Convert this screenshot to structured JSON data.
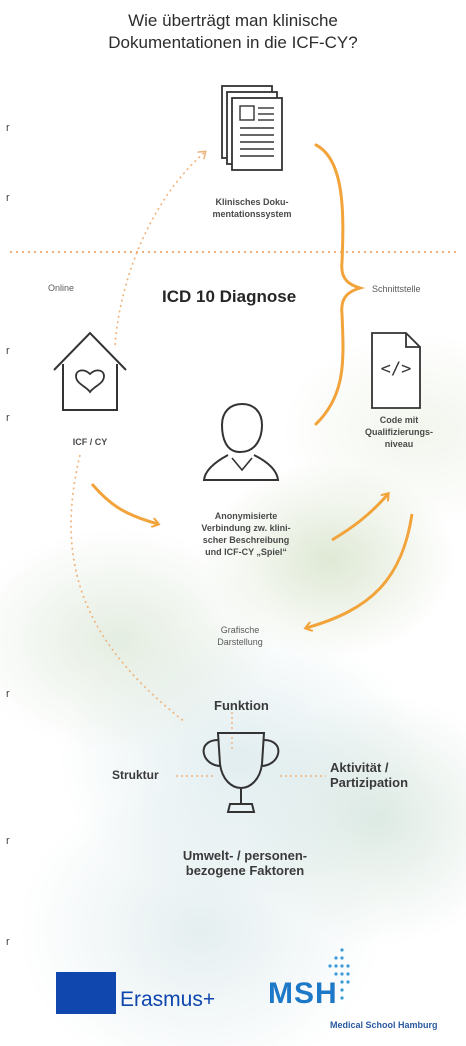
{
  "title_line1": "Wie überträgt man klinische",
  "title_line2": "Dokumentationen in die ICF-CY?",
  "edge_marks": [
    "r",
    "r",
    "r",
    "r",
    "r",
    "r",
    "r"
  ],
  "nodes": {
    "kis_line1": "Klinisches Doku-",
    "kis_line2": "mentationssystem",
    "icd": "ICD 10 Diagnose",
    "online": "Online",
    "schnittstelle": "Schnittstelle",
    "icf": "ICF / CY",
    "code_line1": "Code mit",
    "code_line2": "Qualifizierungs-",
    "code_line3": "niveau",
    "anon_line1": "Anonymisierte",
    "anon_line2": "Verbindung zw. klini-",
    "anon_line3": "scher Beschreibung",
    "anon_line4": "und ICF-CY „Spiel“",
    "grafik_line1": "Grafische",
    "grafik_line2": "Darstellung",
    "funktion": "Funktion",
    "struktur": "Struktur",
    "aktiv_line1": "Aktivität /",
    "aktiv_line2": "Partizipation",
    "umwelt_line1": "Umwelt- / personen-",
    "umwelt_line2": "bezogene Faktoren"
  },
  "code_icon_text": "</>",
  "logos": {
    "erasmus": "Erasmus+",
    "msh": "MSH",
    "msh_sub": "Medical School Hamburg"
  },
  "colors": {
    "accent_orange": "#f2a33a",
    "dotted_orange": "#f0b27a",
    "eu_blue": "#0f47af",
    "msh_blue": "#1e78c8"
  }
}
